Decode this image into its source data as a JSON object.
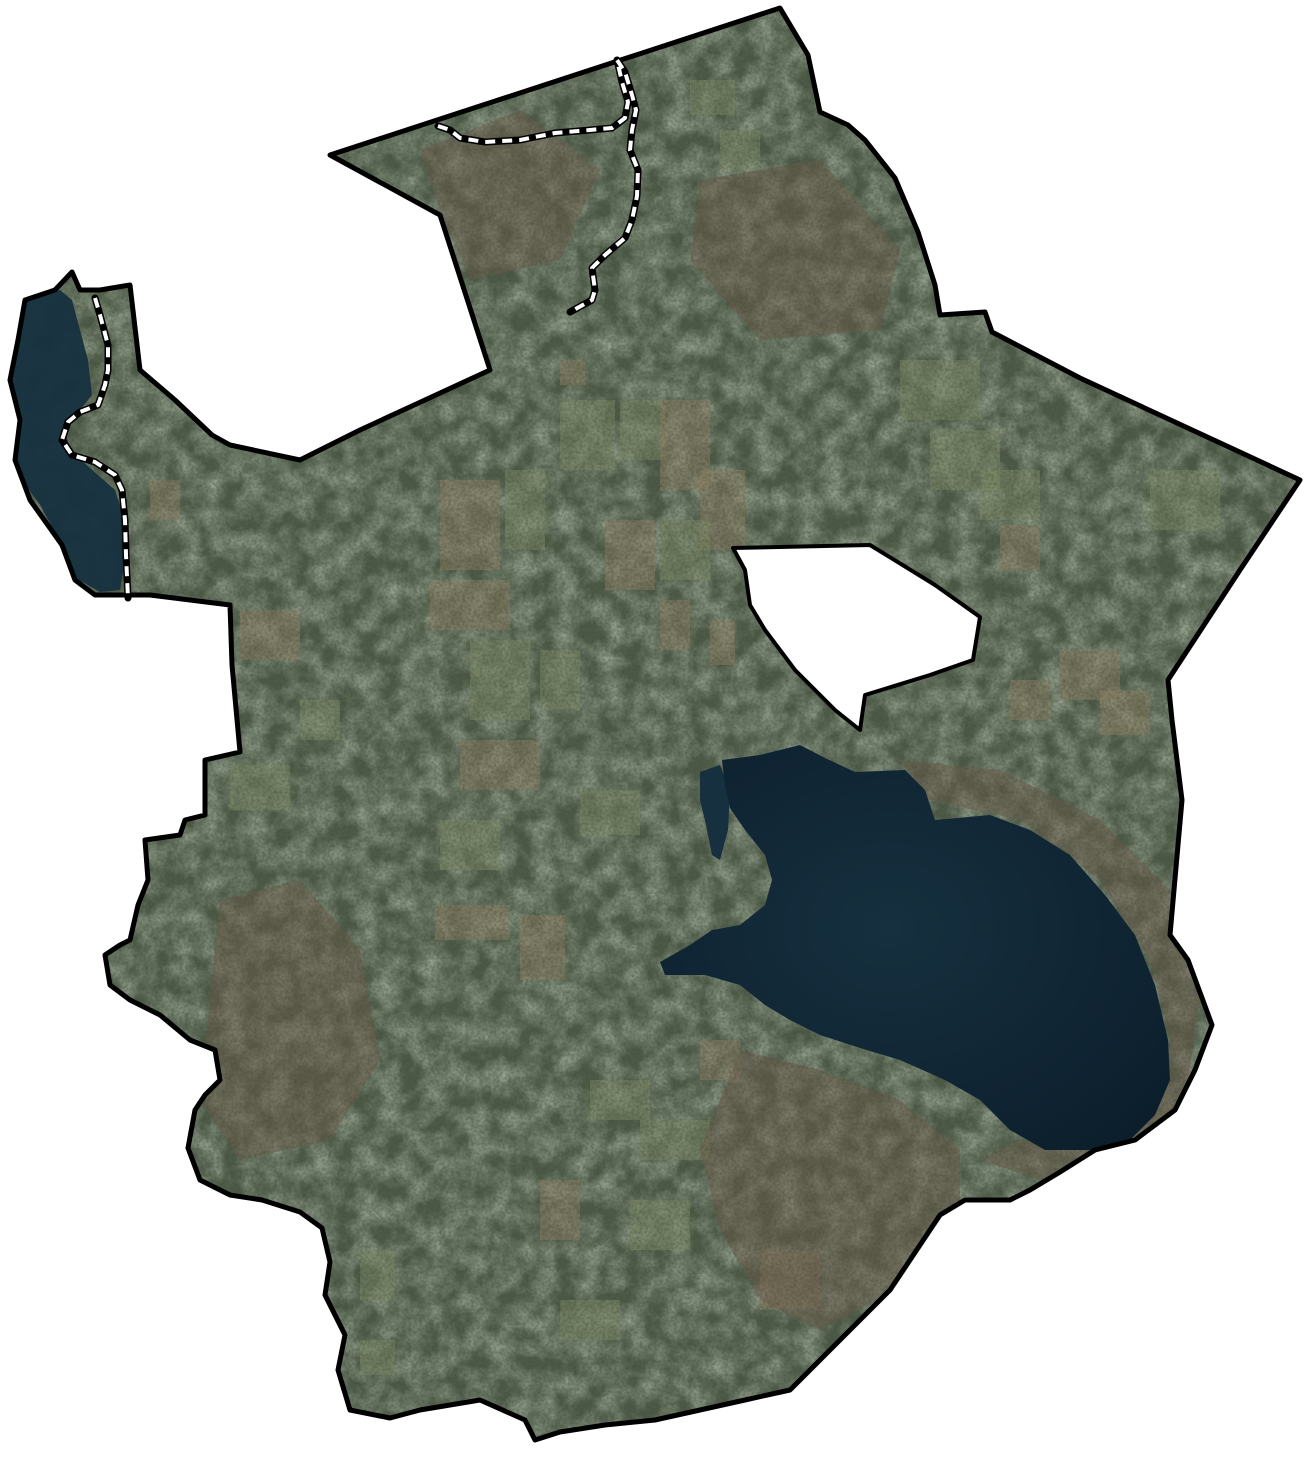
{
  "map": {
    "style": "aerial-imagery",
    "colors": {
      "background": "#ffffff",
      "land_base": "#4d5a46",
      "field_light": "#7d8a66",
      "field_tan": "#8e7f64",
      "forest_dark": "#3e4738",
      "forest_brown": "#6e5a4a",
      "water_deep": "#0c1e2c",
      "water_mid": "#16303f",
      "border": "#000000",
      "dashed_border_light": "#ffffff"
    },
    "layers": [
      "aerial-imagery",
      "lake",
      "boundary-outline",
      "internal-dashed-boundary"
    ]
  }
}
